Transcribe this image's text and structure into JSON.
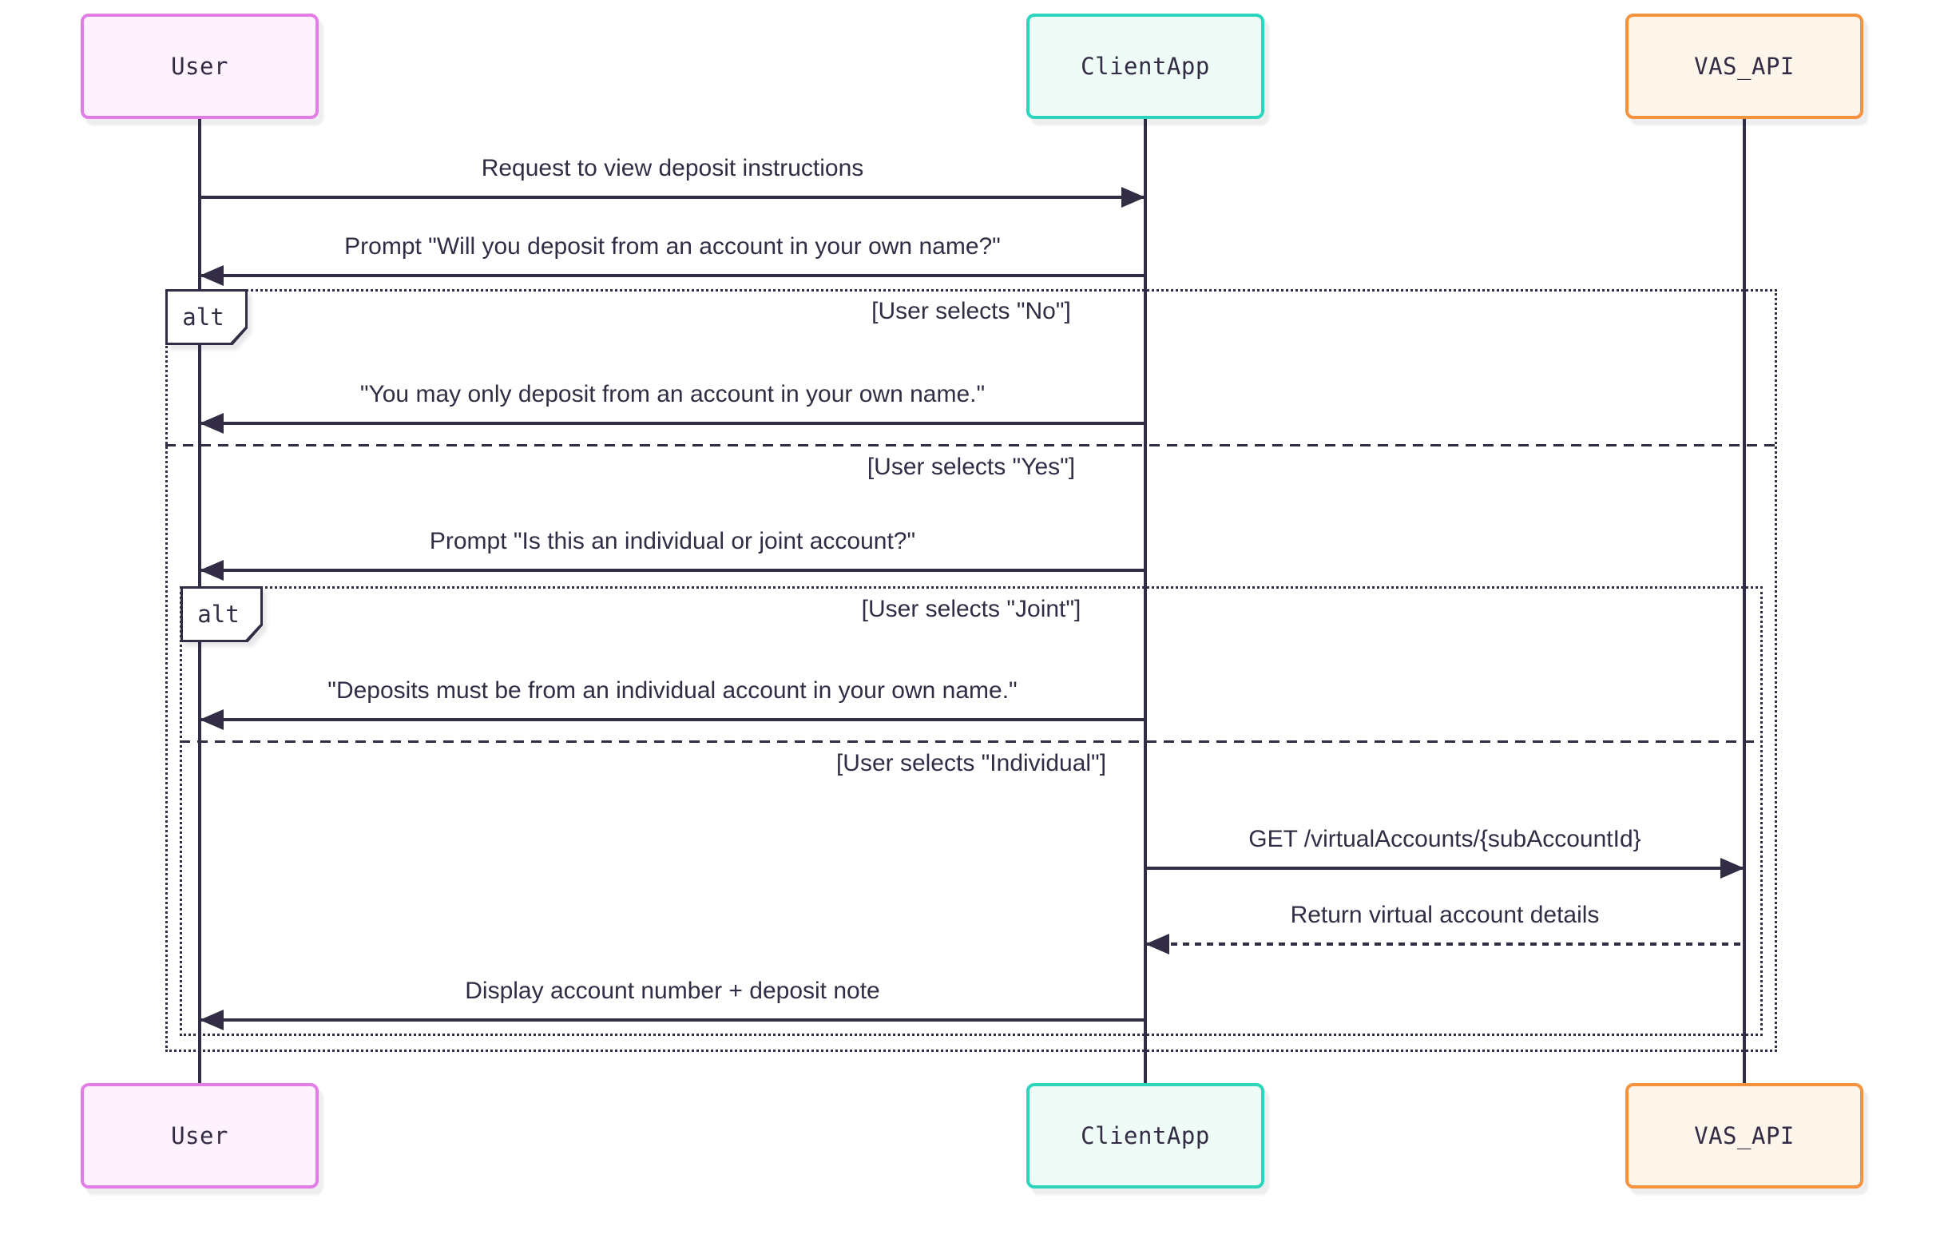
{
  "diagram": {
    "type": "sequence-diagram",
    "background_color": "#ffffff",
    "ink_color": "#332c45",
    "actors": [
      {
        "id": "user",
        "name": "User",
        "border_color": "#e17de4",
        "fill_color": "#fdf2fd"
      },
      {
        "id": "clientapp",
        "name": "ClientApp",
        "border_color": "#2dd5bd",
        "fill_color": "#effbf7"
      },
      {
        "id": "vas_api",
        "name": "VAS_API",
        "border_color": "#f5923e",
        "fill_color": "#fdf4ea"
      }
    ],
    "messages": [
      {
        "from": "User",
        "to": "ClientApp",
        "style": "solid",
        "text": "Request to view deposit instructions"
      },
      {
        "from": "ClientApp",
        "to": "User",
        "style": "solid",
        "text": "Prompt \"Will you deposit from an account in your own name?\""
      },
      {
        "from": "ClientApp",
        "to": "User",
        "style": "solid",
        "text": "\"You may only deposit from an account in your own name.\""
      },
      {
        "from": "ClientApp",
        "to": "User",
        "style": "solid",
        "text": "Prompt \"Is this an individual or joint account?\""
      },
      {
        "from": "ClientApp",
        "to": "User",
        "style": "solid",
        "text": "\"Deposits must be from an individual account in your own name.\""
      },
      {
        "from": "ClientApp",
        "to": "VAS_API",
        "style": "solid",
        "text": "GET /virtualAccounts/{subAccountId}"
      },
      {
        "from": "VAS_API",
        "to": "ClientApp",
        "style": "dashed",
        "text": "Return virtual account details"
      },
      {
        "from": "ClientApp",
        "to": "User",
        "style": "solid",
        "text": "Display account number + deposit note"
      }
    ],
    "frames": [
      {
        "label": "alt",
        "conditions": [
          "[User selects \"No\"]",
          "[User selects \"Yes\"]"
        ]
      },
      {
        "label": "alt",
        "conditions": [
          "[User selects \"Joint\"]",
          "[User selects \"Individual\"]"
        ]
      }
    ]
  }
}
